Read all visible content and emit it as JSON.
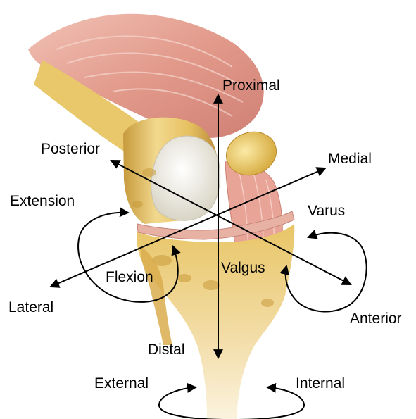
{
  "labels": {
    "proximal": "Proximal",
    "distal": "Distal",
    "posterior": "Posterior",
    "anterior": "Anterior",
    "medial": "Medial",
    "lateral": "Lateral",
    "extension": "Extension",
    "flexion": "Flexion",
    "varus": "Varus",
    "valgus": "Valgus",
    "external": "External",
    "internal": "Internal"
  },
  "colors": {
    "bone_light": "#f7e6a6",
    "bone_mid": "#e2bb55",
    "bone_dark": "#b98a2c",
    "muscle": "#e7a59a",
    "muscle_dark": "#c9776c",
    "cartilage": "#eeeae0",
    "arrow": "#000000"
  }
}
